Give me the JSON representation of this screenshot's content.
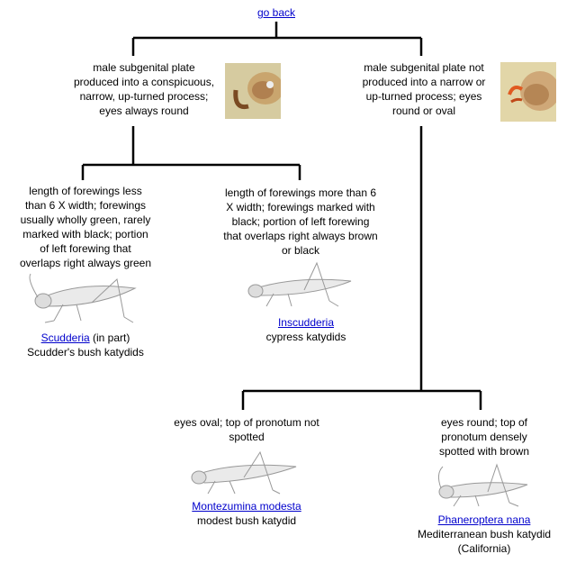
{
  "nav": {
    "back_label": "go back"
  },
  "nodes": {
    "left": {
      "text": "male subgenital plate produced into a conspicuous, narrow, up-turned process; eyes always round",
      "photo_icon": "subgenital-plate-photo"
    },
    "right": {
      "text": "male subgenital plate not produced into a narrow or up-turned process; eyes round or oval",
      "photo_icon": "subgenital-plate-photo"
    },
    "left_left": {
      "text": "length of forewings less than 6 X width; forewings usually wholly green, rarely marked with black; portion of left forewing that overlaps right always green",
      "genus_link": "Scudderia",
      "genus_note": "(in part)",
      "common": "Scudder's bush katydids"
    },
    "left_right": {
      "text": "length of forewings more than 6 X width; forewings marked with black; portion of left forewing that overlaps right always brown or black",
      "genus_link": "Inscudderia",
      "common": "cypress katydids"
    },
    "right_left": {
      "text": "eyes oval; top of pronotum not spotted",
      "genus_link": "Montezumina modesta",
      "common": "modest bush katydid"
    },
    "right_right": {
      "text": "eyes round; top of pronotum densely spotted with brown",
      "genus_link": "Phaneroptera nana",
      "common": "Mediterranean bush katydid",
      "common_note": "(California)"
    }
  },
  "colors": {
    "link": "#0000cc",
    "line": "#000000"
  },
  "icons": [
    "katydid-drawing-icon",
    "subgenital-plate-photo"
  ]
}
